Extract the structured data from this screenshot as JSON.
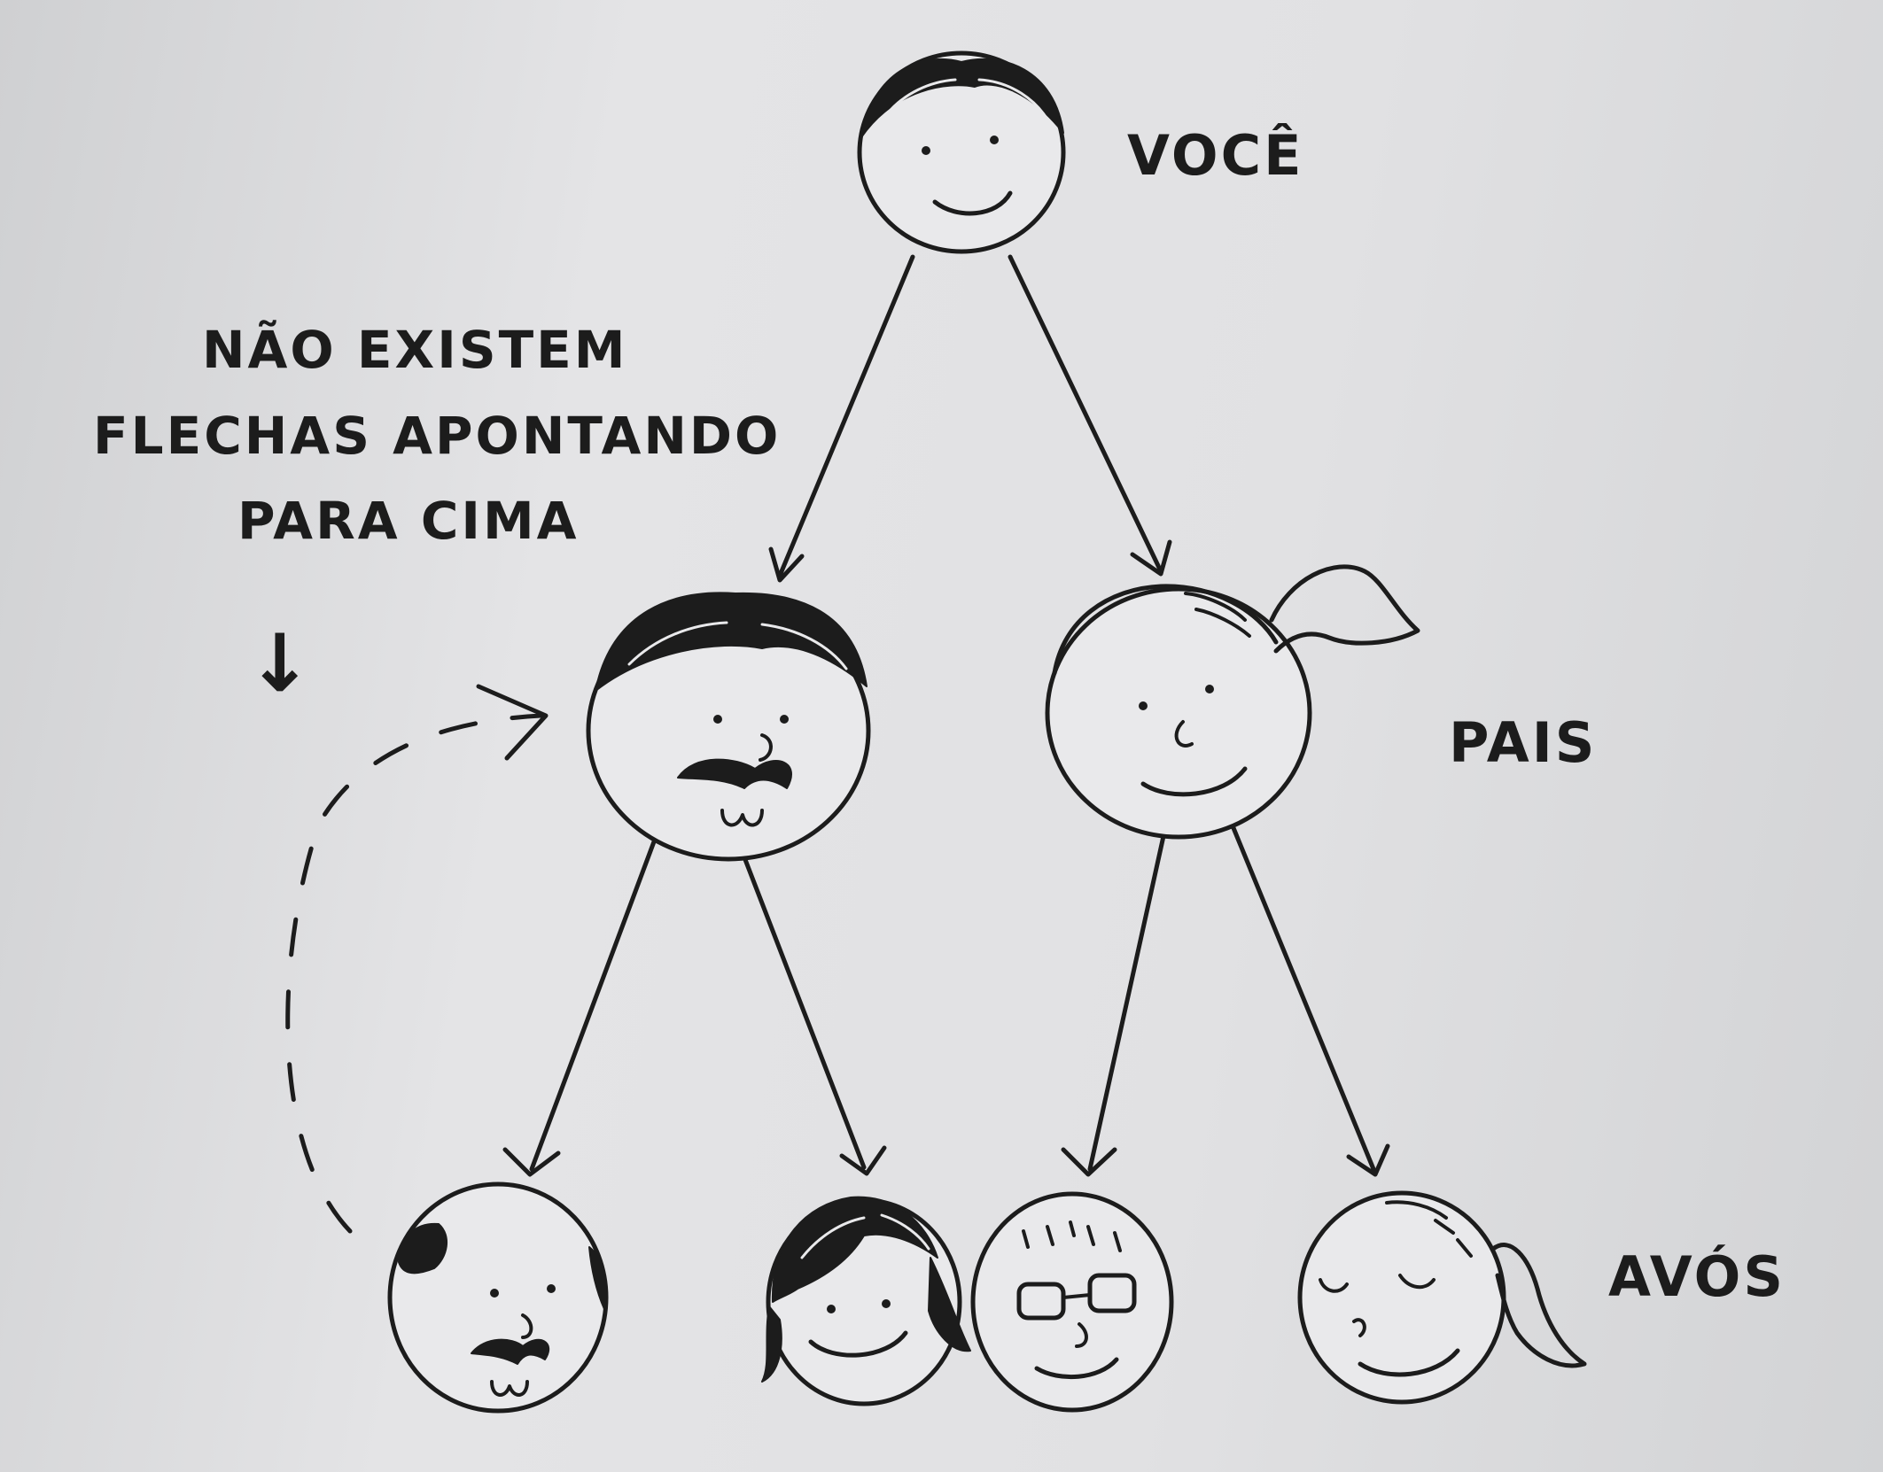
{
  "labels": {
    "you": "VOCÊ",
    "parents": "PAIS",
    "grandparents": "AVÓS"
  },
  "note": {
    "line1": "NÃO EXISTEM",
    "line2": "FLECHAS APONTANDO",
    "line3": "PARA CIMA",
    "arrow_glyph": "↓"
  },
  "colors": {
    "ink": "#1c1c1c",
    "paper": "#e1e1e3"
  }
}
